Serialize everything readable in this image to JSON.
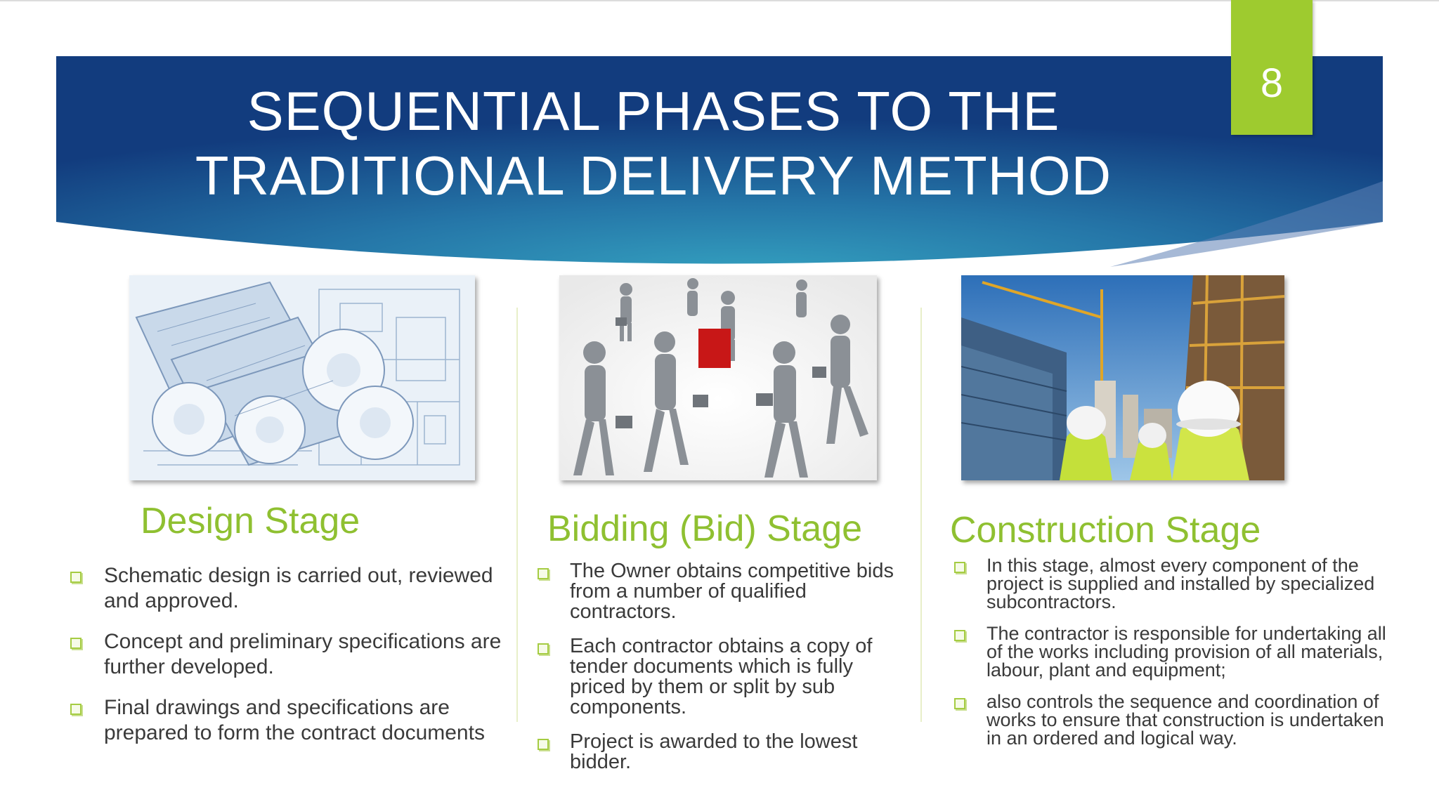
{
  "slide": {
    "title_line1": "SEQUENTIAL PHASES TO THE",
    "title_line2": "TRADITIONAL DELIVERY METHOD",
    "page_number": "8",
    "colors": {
      "banner_dark": "#133f80",
      "banner_light": "#2f8fb4",
      "badge": "#9ecb2f",
      "heading": "#8fc031",
      "body_text": "#3a3a3a"
    }
  },
  "columns": [
    {
      "heading": "Design Stage",
      "image": "rolled-blueprints-photo",
      "bullets": [
        "Schematic design is carried out, reviewed and approved.",
        "Concept and preliminary specifications are further developed.",
        "Final drawings and specifications are prepared to form the contract documents"
      ]
    },
    {
      "heading": "Bidding (Bid) Stage",
      "image": "bidders-with-briefcases-illustration",
      "bullets": [
        "The Owner obtains competitive bids from a number of qualified contractors.",
        "Each contractor obtains a copy of tender documents which is fully priced by them or split by sub components.",
        "Project is awarded to the lowest bidder."
      ]
    },
    {
      "heading": "Construction Stage",
      "image": "construction-site-workers-photo",
      "bullets": [
        "In this stage, almost every component of the project is supplied and installed by specialized subcontractors.",
        "The contractor is responsible for undertaking all of the works including provision of all materials, labour, plant and equipment;",
        "also controls the sequence and coordination of works to ensure that construction is undertaken in an ordered and logical way."
      ]
    }
  ]
}
